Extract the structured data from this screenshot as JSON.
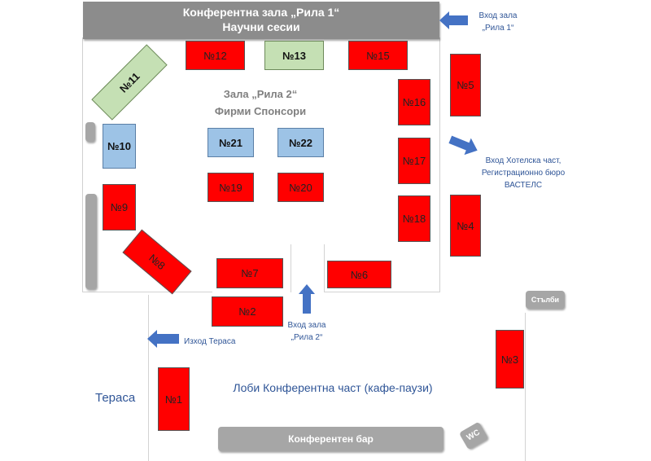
{
  "banner_top": {
    "line1": "Конферентна зала „Рила 1“",
    "line2": "Научни сесии"
  },
  "hall_title": {
    "line1": "Зала „Рила 2“",
    "line2": "Фирми Спонсори"
  },
  "entrances": {
    "rila1": {
      "line1": "Вход зала",
      "line2": "„Рила 1“"
    },
    "hotel": {
      "line1": "Вход Хотелска част,",
      "line2": "Регистрационно бюро",
      "line3": "ВАСТЕЛС"
    },
    "rila2": {
      "line1": "Вход зала",
      "line2": "„Рила 2“"
    },
    "terrace_exit": "Изход Тераса"
  },
  "areas": {
    "terrace": "Тераса",
    "lobby": "Лоби Конферентна част (кафе-паузи)",
    "bar": "Конферентен бар",
    "stairs": "Стълби",
    "wc": "WC"
  },
  "booths": {
    "b1": "№1",
    "b2": "№2",
    "b3": "№3",
    "b4": "№4",
    "b5": "№5",
    "b6": "№6",
    "b7": "№7",
    "b8": "№8",
    "b9": "№9",
    "b10": "№10",
    "b11": "№11",
    "b12": "№12",
    "b13": "№13",
    "b15": "№15",
    "b16": "№16",
    "b17": "№17",
    "b18": "№18",
    "b19": "№19",
    "b20": "№20",
    "b21": "№21",
    "b22": "№22"
  },
  "colors": {
    "booth_red": "#ff0000",
    "booth_blue": "#9dc3e6",
    "booth_green": "#c5e0b4",
    "banner_grey": "#8c8c8c",
    "arrow_blue": "#4472c4",
    "label_blue": "#2f5597"
  }
}
